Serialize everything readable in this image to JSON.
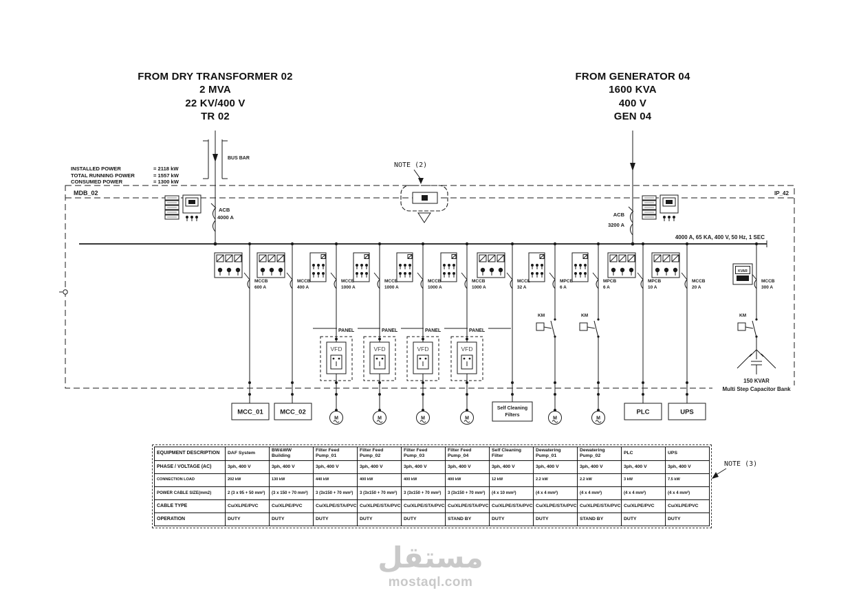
{
  "source_left": {
    "line1": "FROM DRY TRANSFORMER 02",
    "line2": "2 MVA",
    "line3": "22 KV/400 V",
    "line4": "TR 02"
  },
  "source_right": {
    "line1": "FROM GENERATOR 04",
    "line2": "1600 KVA",
    "line3": "400 V",
    "line4": "GEN 04"
  },
  "power_summary": [
    {
      "label": "INSTALLED POWER",
      "value": "= 2118 kW"
    },
    {
      "label": "TOTAL RUNNING POWER",
      "value": "= 1557 kW"
    },
    {
      "label": "CONSUMED POWER",
      "value": "= 1300 kW"
    }
  ],
  "board": {
    "name": "MDB_02",
    "protection_class": "IP_42",
    "busbar_label": "BUS BAR",
    "bus_rating": "4000 A, 65 KA, 400 V, 50 Hz, 1 SEC",
    "incomer_left": {
      "type": "ACB",
      "rating": "4000 A"
    },
    "incomer_right": {
      "type": "ACB",
      "rating": "3200 A"
    }
  },
  "notes": {
    "note2": "NOTE (2)",
    "note3": "NOTE (3)"
  },
  "labels": {
    "km": "KM",
    "panel": "PANEL",
    "vfd": "VFD",
    "motor": "M"
  },
  "feeders": [
    {
      "type": "MCCB",
      "rating": "600 A"
    },
    {
      "type": "MCCB",
      "rating": "400 A"
    },
    {
      "type": "MCCB",
      "rating": "1000 A"
    },
    {
      "type": "MCCB",
      "rating": "1000 A"
    },
    {
      "type": "MCCB",
      "rating": "1000 A"
    },
    {
      "type": "MCCB",
      "rating": "1000 A"
    },
    {
      "type": "MCCB",
      "rating": "32 A"
    },
    {
      "type": "MPCB",
      "rating": "6 A"
    },
    {
      "type": "MPCB",
      "rating": "6 A"
    },
    {
      "type": "MPCB",
      "rating": "10 A"
    },
    {
      "type": "MCCB",
      "rating": "20 A"
    },
    {
      "type": "MCCB",
      "rating": "300 A"
    }
  ],
  "loads": {
    "mcc01": "MCC_01",
    "mcc02": "MCC_02",
    "self_cleaning_line1": "Self Cleaning",
    "self_cleaning_line2": "Filters",
    "plc": "PLC",
    "ups": "UPS"
  },
  "capacitor": {
    "meter": "KVAR",
    "line1": "150 KVAR",
    "line2": "Multi Step Capacitor Bank"
  },
  "table": {
    "row_labels": [
      "EQUIPMENT DESCRIPTION",
      "PHASE / VOLTAGE (AC)",
      "CONNECTION LOAD",
      "POWER CABLE SIZE(mm2)",
      "CABLE TYPE",
      "OPERATION"
    ],
    "columns": [
      {
        "name": "DAF System",
        "phase": "3ph, 400 V",
        "load": "202 kW",
        "cable_size": "2 (3 x 95 + 50 mm²)",
        "cable_type": "Cu/XLPE/PVC",
        "operation": "DUTY"
      },
      {
        "name": "BW&WW Building",
        "phase": "3ph, 400 V",
        "load": "130 kW",
        "cable_size": "(3 x 150 + 70 mm²)",
        "cable_type": "Cu/XLPE/PVC",
        "operation": "DUTY"
      },
      {
        "name": "Filter Feed Pump_01",
        "phase": "3ph, 400 V",
        "load": "440 kW",
        "cable_size": "3 (3x150 + 70 mm²)",
        "cable_type": "Cu/XLPE/STA/PVC",
        "operation": "DUTY"
      },
      {
        "name": "Filter Feed Pump_02",
        "phase": "3ph, 400 V",
        "load": "400 kW",
        "cable_size": "3 (3x150 + 70 mm²)",
        "cable_type": "Cu/XLPE/STA/PVC",
        "operation": "DUTY"
      },
      {
        "name": "Filter Feed Pump_03",
        "phase": "3ph, 400 V",
        "load": "400 kW",
        "cable_size": "3 (3x150 + 70 mm²)",
        "cable_type": "Cu/XLPE/STA/PVC",
        "operation": "DUTY"
      },
      {
        "name": "Filter Feed Pump_04",
        "phase": "3ph, 400 V",
        "load": "400 kW",
        "cable_size": "3 (3x150 + 70 mm²)",
        "cable_type": "Cu/XLPE/STA/PVC",
        "operation": "STAND BY"
      },
      {
        "name": "Self Cleaning Filter",
        "phase": "3ph, 400 V",
        "load": "12 kW",
        "cable_size": "(4 x 10 mm²)",
        "cable_type": "Cu/XLPE/STA/PVC",
        "operation": "DUTY"
      },
      {
        "name": "Dewatering Pump_01",
        "phase": "3ph, 400 V",
        "load": "2.2 kW",
        "cable_size": "(4 x 4 mm²)",
        "cable_type": "Cu/XLPE/STA/PVC",
        "operation": "DUTY"
      },
      {
        "name": "Dewatering Pump_02",
        "phase": "3ph, 400 V",
        "load": "2.2 kW",
        "cable_size": "(4 x 4 mm²)",
        "cable_type": "Cu/XLPE/STA/PVC",
        "operation": "STAND BY"
      },
      {
        "name": "PLC",
        "phase": "3ph, 400 V",
        "load": "3 kW",
        "cable_size": "(4 x 4 mm²)",
        "cable_type": "Cu/XLPE/PVC",
        "operation": "DUTY"
      },
      {
        "name": "UPS",
        "phase": "3ph, 400 V",
        "load": "7.5 kW",
        "cable_size": "(4 x 4 mm²)",
        "cable_type": "Cu/XLPE/PVC",
        "operation": "DUTY"
      }
    ]
  },
  "watermark": {
    "arabic": "مستقل",
    "latin": "mostaql.com"
  }
}
